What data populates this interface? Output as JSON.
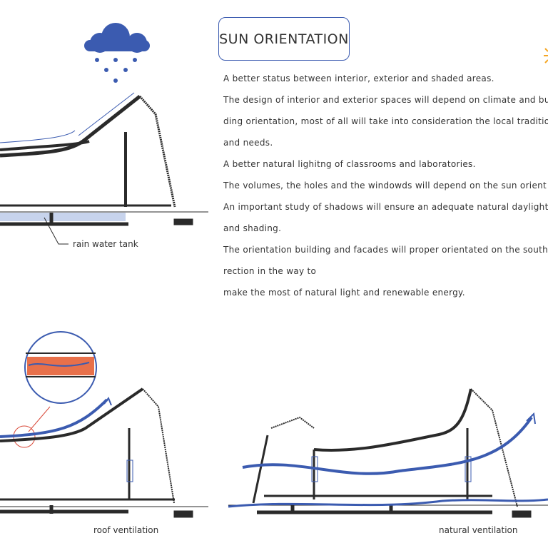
{
  "title": "SUN ORIENTATION",
  "paragraph_lines": [
    "A better status between interior, exterior and shaded areas.",
    "The design of interior and exterior spaces will depend on climate and bu",
    "ding orientation, most of all will take into consideration the local traditio",
    "and needs.",
    "A better natural lighitng of classrooms and laboratories.",
    "The volumes, the holes and the windowds will depend on the sun orient",
    "An important study of shadows will ensure an adequate natural daylight",
    "and shading.",
    "The orientation building and facades will proper orientated on the south",
    "rection in the way to",
    "make the most of natural light and renewable energy."
  ],
  "labels": {
    "rain_tank": "rain water tank",
    "roof_ventilation": "roof ventilation",
    "natural_ventilation": "natural ventilation"
  },
  "icons": [
    "rain-cloud-icon",
    "sun-icon"
  ],
  "colors": {
    "accent_blue": "#3b5bb0",
    "structure": "#2a2a2a",
    "sun": "#f5a623",
    "inset_red": "#d94a3a"
  }
}
